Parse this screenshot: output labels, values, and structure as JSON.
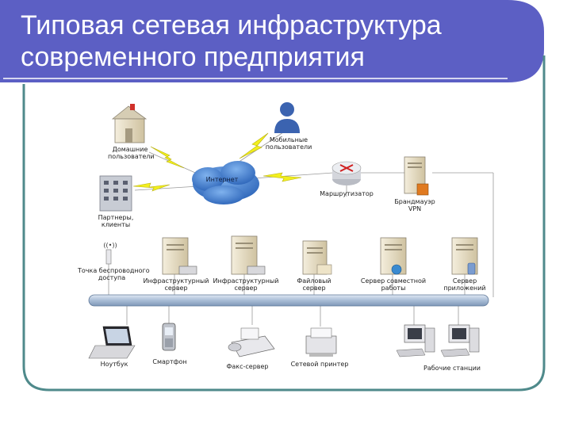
{
  "slide": {
    "title_line1": "Типовая сетевая инфраструктура",
    "title_line2": "современного предприятия"
  },
  "colors": {
    "title_bg": "#5c5fc4",
    "frame": "#4f8a8b",
    "bus": "#a9bdd6",
    "lightning": "#f2ef1e",
    "cloud": "#3f7fd0",
    "server": "#e6ddc6"
  },
  "nodes": {
    "home_users": [
      "Домашние",
      "пользователи"
    ],
    "mobile_users": [
      "Мобильные",
      "пользователи"
    ],
    "internet": "Интернет",
    "router": "Маршрутизатор",
    "firewall": [
      "Брандмауэр",
      "VPN"
    ],
    "partners": [
      "Партнеры,",
      "клиенты"
    ],
    "wireless_ap": [
      "Точка беспроводного",
      "доступа"
    ],
    "infra_server1": [
      "Инфраструктурный",
      "сервер"
    ],
    "infra_server2": [
      "Инфраструктурный",
      "сервер"
    ],
    "file_server": [
      "Файловый",
      "сервер"
    ],
    "collab_server": [
      "Сервер совместной",
      "работы"
    ],
    "app_server": [
      "Сервер",
      "приложений"
    ],
    "laptop": "Ноутбук",
    "smartphone": "Смартфон",
    "fax_server": "Факс-сервер",
    "network_printer": "Сетевой принтер",
    "workstations": "Рабочие станции"
  }
}
